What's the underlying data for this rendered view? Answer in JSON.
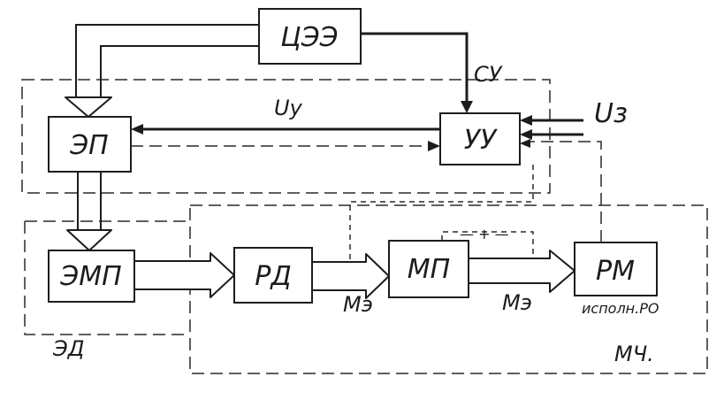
{
  "blocks": {
    "iee": "ЦЭЭ",
    "ep": "ЭП",
    "uu": "УУ",
    "emp": "ЭМП",
    "rd": "РД",
    "mp": "МП",
    "rm": "РМ"
  },
  "rm_caption": "исполн.РО",
  "signals": {
    "su": "СУ",
    "uy": "Uу",
    "uz": "Uз",
    "me_rd_mp": "Mэ",
    "me_mp_rm": "Mэ",
    "feedback_mark": "— + —"
  },
  "regions": {
    "ed": "ЭД",
    "mch": "МЧ."
  }
}
